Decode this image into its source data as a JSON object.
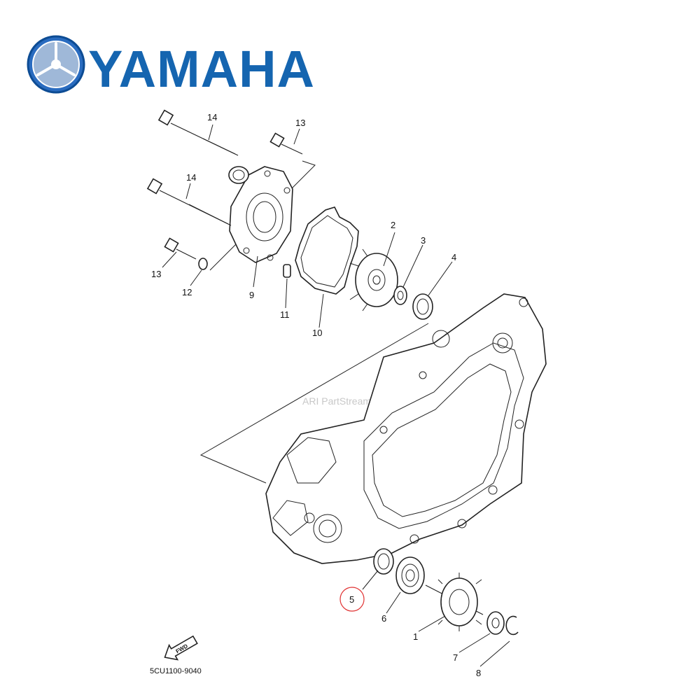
{
  "brand": {
    "name": "YAMAHA",
    "color": "#1565b0",
    "icon": "tuning-fork-emblem-icon"
  },
  "watermark": "ARI PartStream™",
  "diagram_code": "5CU1100-9040",
  "fwd_label": "FWD",
  "callouts": {
    "c1": "1",
    "c2": "2",
    "c3": "3",
    "c4": "4",
    "c5": "5",
    "c6": "6",
    "c7": "7",
    "c8": "8",
    "c9": "9",
    "c10": "10",
    "c11": "11",
    "c12": "12",
    "c13a": "13",
    "c13b": "13",
    "c14a": "14",
    "c14b": "14"
  },
  "highlighted_callout": "5",
  "highlight_color": "#e03030"
}
